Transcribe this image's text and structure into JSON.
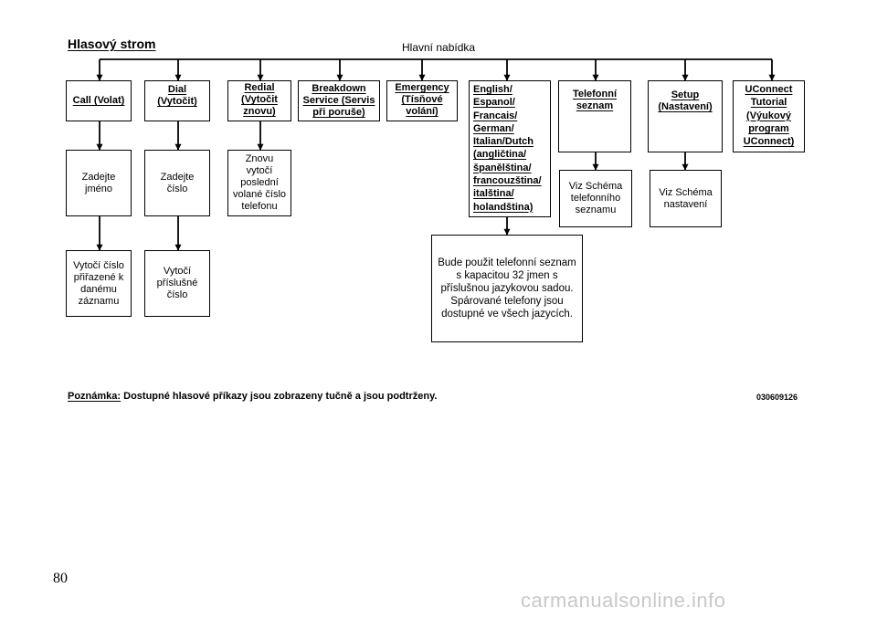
{
  "title": "Hlasový strom",
  "main_menu": "Hlavní nabídka",
  "boxes": {
    "call": [
      "Call (Volat)"
    ],
    "dial": [
      "Dial",
      "(Vytočit)"
    ],
    "redial": [
      "Redial",
      "(Vytočit",
      "znovu)"
    ],
    "breakdown": [
      "Breakdown",
      "Service (Servis",
      "při poruše)"
    ],
    "emergency": [
      "Emergency",
      "(Tísňové",
      "volání)"
    ],
    "language": [
      "English/",
      "Espanol/",
      "Francais/",
      "German/",
      "Italian/Dutch",
      "(angličtina/",
      "španělština/",
      "francouzština/",
      "italština/",
      "holandština)"
    ],
    "phonebook": [
      "Telefonní",
      "seznam"
    ],
    "setup": [
      "Setup",
      "(Nastavení)"
    ],
    "tutorial": [
      "UConnect",
      "Tutorial",
      "(Výukový",
      "program",
      "UConnect)"
    ],
    "call_name": [
      "Zadejte",
      "jméno"
    ],
    "dial_number": [
      "Zadejte",
      "číslo"
    ],
    "redial_result": [
      "Znovu",
      "vytočí",
      "poslední",
      "volané číslo",
      "telefonu"
    ],
    "call_result": [
      "Vytočí číslo",
      "přiřazené k",
      "danému",
      "záznamu"
    ],
    "dial_result": [
      "Vytočí",
      "příslušné",
      "číslo"
    ],
    "language_result": [
      "Bude použit telefonní seznam",
      "s kapacitou 32 jmen s",
      "příslušnou jazykovou sadou.",
      "Spárované telefony jsou",
      "dostupné ve všech jazycích."
    ],
    "phonebook_result": [
      "Viz Schéma",
      "telefonního",
      "seznamu"
    ],
    "setup_result": [
      "Viz Schéma",
      "nastavení"
    ]
  },
  "note": {
    "label": "Poznámka:",
    "text": " Dostupné hlasové příkazy jsou zobrazeny tučně a jsou podtrženy."
  },
  "figure_code": "030609126",
  "page_number": "80",
  "watermark": "carmanualsonline.info"
}
